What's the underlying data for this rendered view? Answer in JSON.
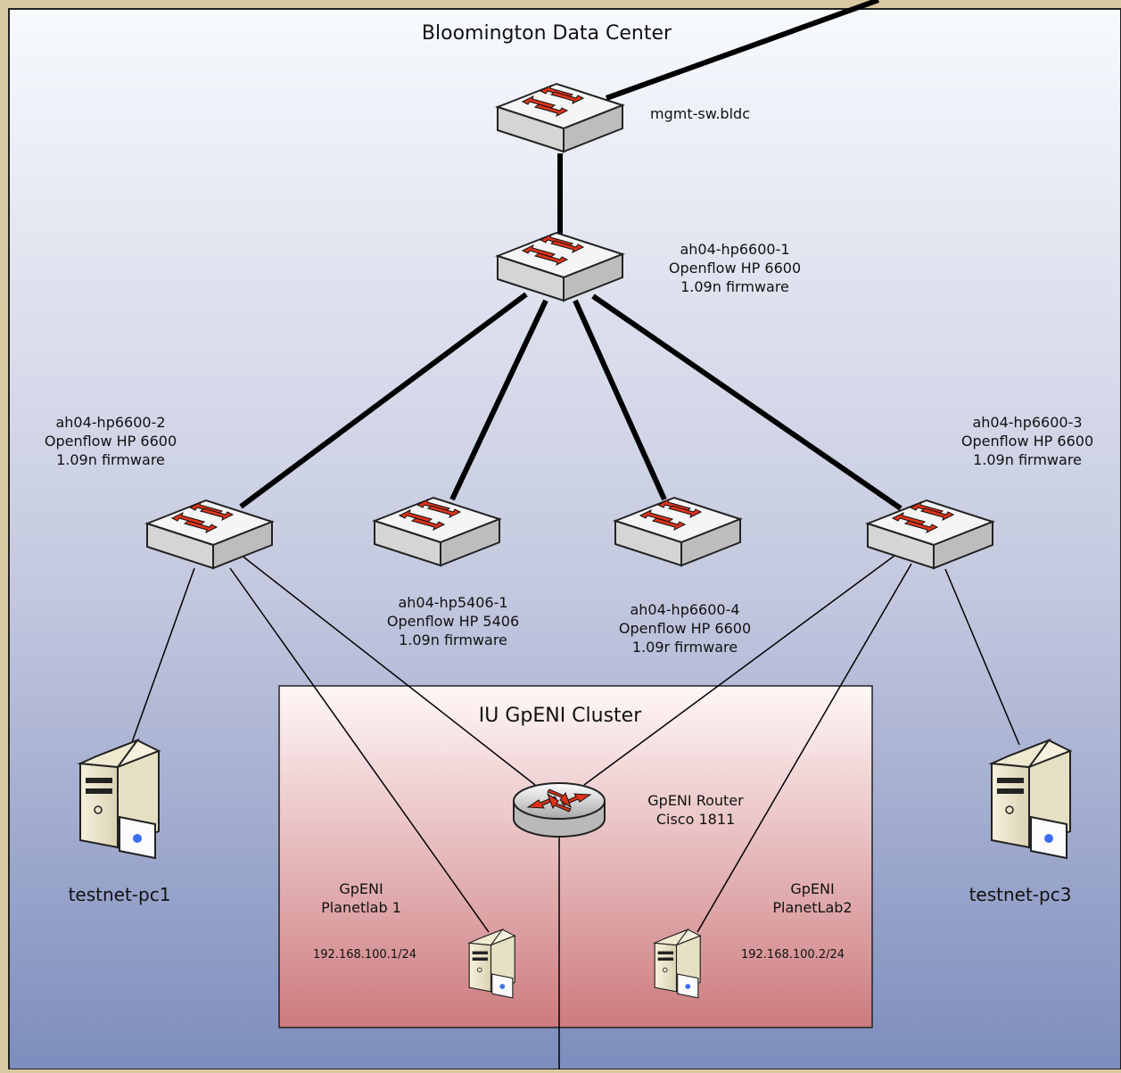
{
  "title": "Bloomington Data Center",
  "cluster_title": "IU GpENI Cluster",
  "devices": {
    "mgmt": {
      "name": "mgmt-sw.bldc"
    },
    "hp6600_1": {
      "name": "ah04-hp6600-1",
      "model": "Openflow HP 6600",
      "firmware": "1.09n firmware"
    },
    "hp6600_2": {
      "name": "ah04-hp6600-2",
      "model": "Openflow HP 6600",
      "firmware": "1.09n firmware"
    },
    "hp5406_1": {
      "name": "ah04-hp5406-1",
      "model": "Openflow HP 5406",
      "firmware": "1.09n firmware"
    },
    "hp6600_4": {
      "name": "ah04-hp6600-4",
      "model": "Openflow HP 6600",
      "firmware": "1.09r firmware"
    },
    "hp6600_3": {
      "name": "ah04-hp6600-3",
      "model": "Openflow HP 6600",
      "firmware": "1.09n firmware"
    },
    "router": {
      "name": "GpENI Router",
      "model": "Cisco 1811"
    },
    "pc1": {
      "name": "testnet-pc1"
    },
    "pc3": {
      "name": "testnet-pc3"
    },
    "pl1": {
      "name": "GpENI\nPlanetlab 1",
      "ip": "192.168.100.1/24"
    },
    "pl2": {
      "name": "GpENI\nPlanetLab2",
      "ip": "192.168.100.2/24"
    }
  },
  "colors": {
    "arrow": "#e0341a",
    "switch_top": "#f4f4f4",
    "switch_side": "#cfcfcf",
    "bg_top": "#f4f8fc",
    "bg_bottom": "#7f8fbd",
    "cluster_top": "#fff6f6",
    "cluster_bottom": "#cf7f7f"
  }
}
